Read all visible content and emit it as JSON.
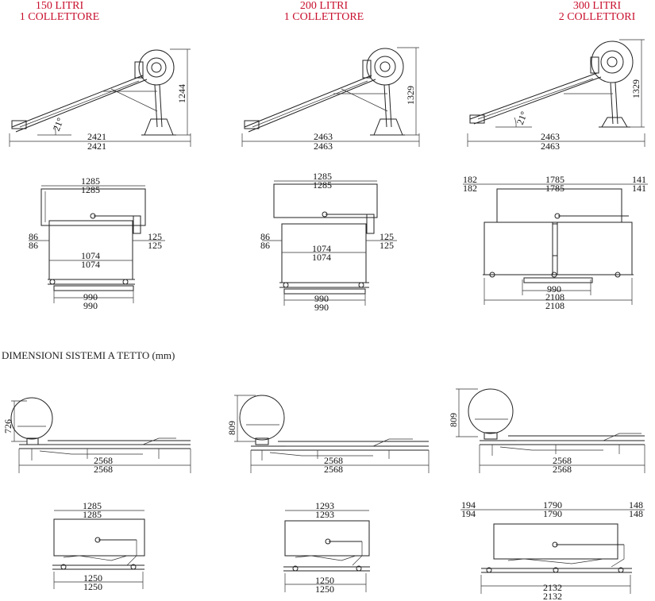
{
  "headers": [
    {
      "line1": "150 LITRI",
      "line2": "1 COLLETTORE"
    },
    {
      "line1": "200 LITRI",
      "line2": "1 COLLETTORE"
    },
    {
      "line1": "300 LITRI",
      "line2": "2 COLLETTORI"
    }
  ],
  "header_color": "#c8102e",
  "section_title": "DIMENSIONI SISTEMI A TETTO (mm)",
  "rack_side": [
    {
      "height": "1244",
      "length_a": "2421",
      "length_b": "2421",
      "angle": "21°"
    },
    {
      "height": "1329",
      "length_a": "2463",
      "length_b": "2463"
    },
    {
      "height": "1329",
      "length_a": "2463",
      "length_b": "2463",
      "angle": "21°"
    }
  ],
  "rack_top": [
    {
      "top_a": "1285",
      "top_b": "1285",
      "left_a": "86",
      "left_b": "86",
      "right_a": "125",
      "right_b": "125",
      "mid_a": "1074",
      "mid_b": "1074",
      "bottom_a": "990",
      "bottom_b": "990"
    },
    {
      "top_a": "1285",
      "top_b": "1285",
      "left_a": "86",
      "left_b": "86",
      "right_a": "125",
      "right_b": "125",
      "mid_a": "1074",
      "mid_b": "1074",
      "bottom_a": "990",
      "bottom_b": "990"
    },
    {
      "left_a": "182",
      "left_b": "182",
      "top_a": "1785",
      "top_b": "1785",
      "right_a": "141",
      "right_b": "141",
      "inner": "990",
      "bottom_a": "2108",
      "bottom_b": "2108"
    }
  ],
  "roof_side": [
    {
      "height": "726",
      "length_a": "2568",
      "length_b": "2568"
    },
    {
      "height": "809",
      "length_a": "2568",
      "length_b": "2568"
    },
    {
      "height": "809",
      "length_a": "2568",
      "length_b": "2568"
    }
  ],
  "roof_top": [
    {
      "top_a": "1285",
      "top_b": "1285",
      "bottom_a": "1250",
      "bottom_b": "1250"
    },
    {
      "top_a": "1293",
      "top_b": "1293",
      "bottom_a": "1250",
      "bottom_b": "1250"
    },
    {
      "left_a": "194",
      "left_b": "194",
      "top_a": "1790",
      "top_b": "1790",
      "right_a": "148",
      "right_b": "148",
      "bottom_a": "2132",
      "bottom_b": "2132"
    }
  ]
}
